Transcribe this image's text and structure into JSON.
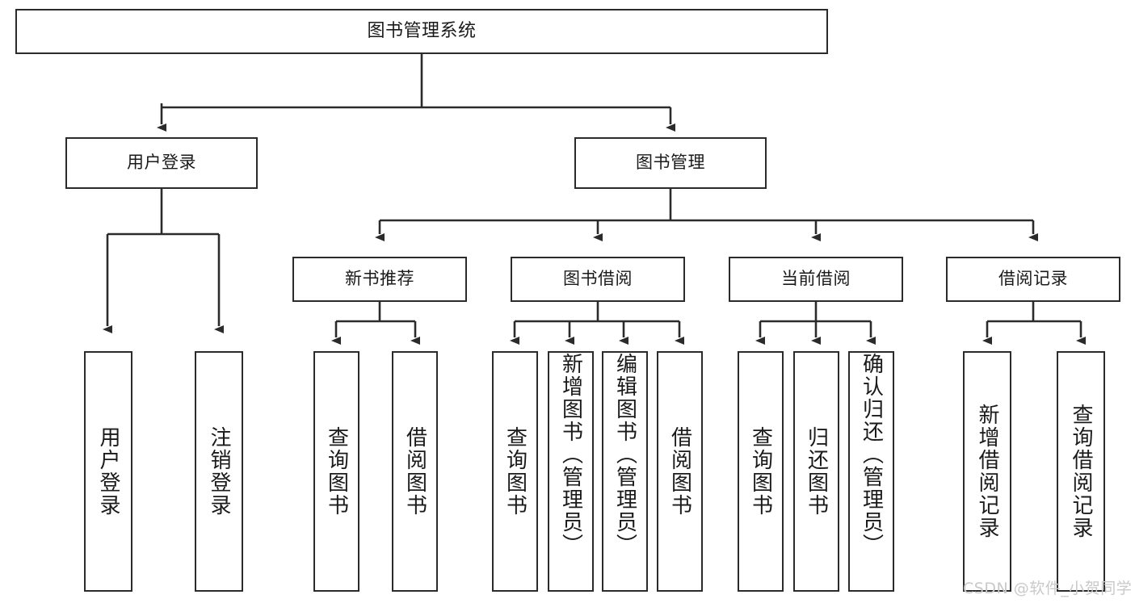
{
  "diagram": {
    "title": "图书管理系统",
    "watermark": "CSDN @软件_小贺同学",
    "line_color": "#2b2b2b",
    "box_fill": "#ffffff",
    "text_color": "#1a1a1a",
    "watermark_color": "#c9c9c9"
  },
  "nodes": {
    "root": {
      "label": "图书管理系统"
    },
    "level2": [
      {
        "label": "用户登录"
      },
      {
        "label": "图书管理"
      }
    ],
    "level3": [
      {
        "label": "新书推荐"
      },
      {
        "label": "图书借阅"
      },
      {
        "label": "当前借阅"
      },
      {
        "label": "借阅记录"
      }
    ],
    "leaves": [
      {
        "label": "用户登录"
      },
      {
        "label": "注销登录"
      },
      {
        "label": "查询图书"
      },
      {
        "label": "借阅图书"
      },
      {
        "label": "查询图书"
      },
      {
        "label": "新增图书（管理员）"
      },
      {
        "label": "编辑图书（管理员）"
      },
      {
        "label": "借阅图书"
      },
      {
        "label": "查询图书"
      },
      {
        "label": "归还图书"
      },
      {
        "label": "确认归还（管理员）"
      },
      {
        "label": "新增借阅记录"
      },
      {
        "label": "查询借阅记录"
      }
    ]
  }
}
